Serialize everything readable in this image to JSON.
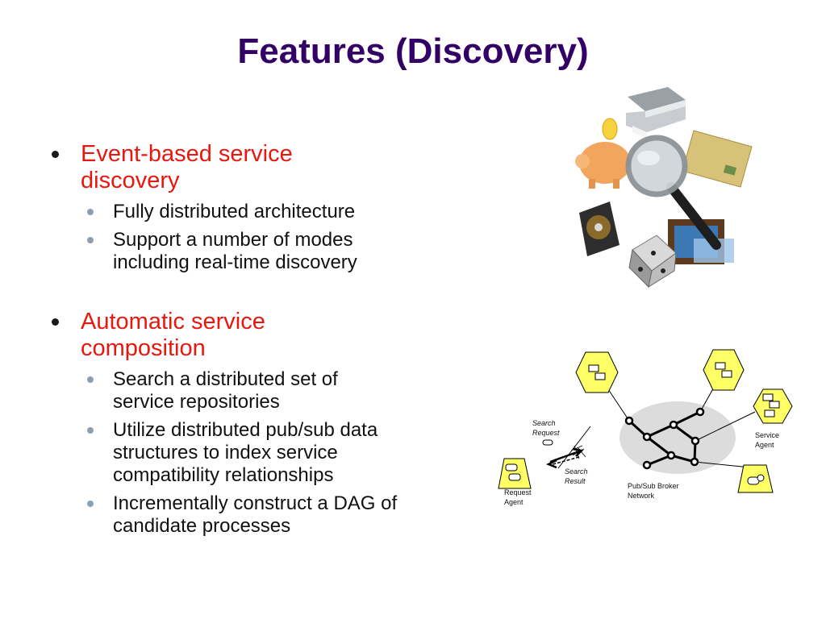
{
  "title": "Features (Discovery)",
  "bullets": [
    {
      "text": "Event-based service discovery",
      "lines": [
        "Event-based service",
        "discovery"
      ],
      "sub": [
        {
          "lines": [
            "Fully distributed architecture"
          ]
        },
        {
          "lines": [
            "Support a number of modes",
            "including real-time discovery"
          ]
        }
      ]
    },
    {
      "text": "Automatic service composition",
      "lines": [
        "Automatic service",
        "composition"
      ],
      "sub": [
        {
          "lines": [
            "Search a distributed set of",
            "service repositories"
          ]
        },
        {
          "lines": [
            "Utilize distributed pub/sub data",
            "structures to index service",
            "compatibility relationships"
          ]
        },
        {
          "lines": [
            "Incrementally construct a DAG of",
            "candidate processes"
          ]
        }
      ]
    }
  ],
  "diagram": {
    "search_request": [
      "Search",
      "Request"
    ],
    "search_result": [
      "Search",
      "Result"
    ],
    "request_agent": [
      "Request",
      "Agent"
    ],
    "broker": [
      "Pub/Sub Broker",
      "Network"
    ],
    "service_agent": [
      "Service",
      "Agent"
    ]
  },
  "clipart_icons": [
    "printer-icon",
    "piggy-bank-icon",
    "credit-card-icon",
    "magnifying-glass-icon",
    "hard-drive-icon",
    "dice-icon",
    "computer-icon"
  ],
  "colors": {
    "title": "#330066",
    "level1": "#e6180f",
    "level2": "#111111",
    "agent_fill": "#ffff66"
  }
}
